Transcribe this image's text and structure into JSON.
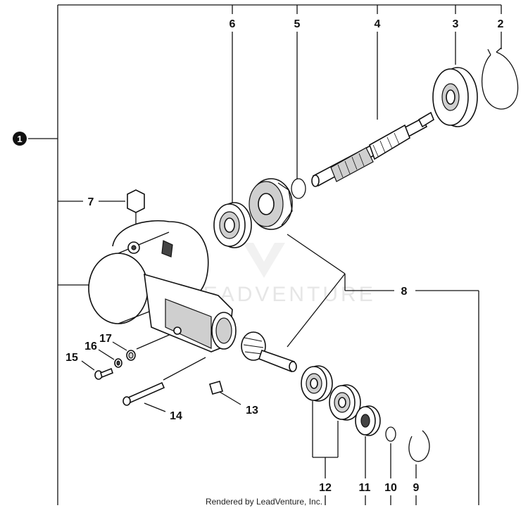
{
  "diagram": {
    "callouts": [
      {
        "id": "c1",
        "label": "1"
      },
      {
        "id": "c2",
        "label": "2"
      },
      {
        "id": "c3",
        "label": "3"
      },
      {
        "id": "c4",
        "label": "4"
      },
      {
        "id": "c5",
        "label": "5"
      },
      {
        "id": "c6",
        "label": "6"
      },
      {
        "id": "c7",
        "label": "7"
      },
      {
        "id": "c8",
        "label": "8"
      },
      {
        "id": "c9",
        "label": "9"
      },
      {
        "id": "c10",
        "label": "10"
      },
      {
        "id": "c11",
        "label": "11"
      },
      {
        "id": "c12",
        "label": "12"
      },
      {
        "id": "c13",
        "label": "13"
      },
      {
        "id": "c14",
        "label": "14"
      },
      {
        "id": "c15",
        "label": "15"
      },
      {
        "id": "c16",
        "label": "16"
      },
      {
        "id": "c17",
        "label": "17"
      }
    ],
    "watermark": "LEADVENTURE",
    "footer": "Rendered by LeadVenture, Inc."
  }
}
